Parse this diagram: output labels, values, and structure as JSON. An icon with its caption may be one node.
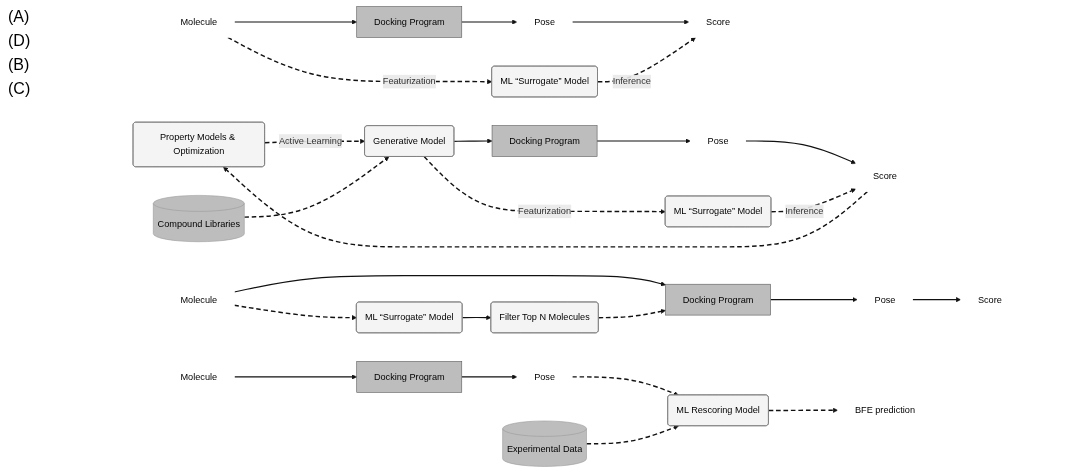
{
  "diagram": {
    "nodes": [
      {
        "text": [
          "Molecule"
        ]
      },
      {
        "text": [
          "Docking Program"
        ]
      },
      {
        "text": [
          "Pose"
        ]
      },
      {
        "text": [
          "Score"
        ]
      },
      {
        "text": [
          "ML “Surrogate” Model"
        ]
      },
      {
        "text": [
          "Property Models & Optimization"
        ]
      },
      {
        "text": [
          "Generative Model"
        ]
      },
      {
        "text": [
          "Docking Program"
        ]
      },
      {
        "text": [
          "Pose"
        ]
      },
      {
        "text": [
          "Score"
        ]
      },
      {
        "text": [
          "Compound Libraries"
        ]
      },
      {
        "text": [
          "ML “Surrogate” Model"
        ]
      },
      {
        "text": [
          "Molecule"
        ]
      },
      {
        "text": [
          "Docking Program"
        ]
      },
      {
        "text": [
          "Pose"
        ]
      },
      {
        "text": [
          "Score"
        ]
      },
      {
        "text": [
          "Filter Top N Molecules"
        ]
      },
      {
        "text": [
          "ML “Surrogate” Model"
        ]
      },
      {
        "text": [
          "Molecule"
        ]
      },
      {
        "text": [
          "Docking Program"
        ]
      },
      {
        "text": [
          "Pose"
        ]
      },
      {
        "text": [
          "Experimental Data"
        ]
      },
      {
        "text": [
          "ML Rescoring Model"
        ]
      },
      {
        "text": [
          "BFE prediction"
        ]
      }
    ],
    "edges": [
      {
        "from": 0,
        "to": 1,
        "arrow": "to"
      },
      {
        "from": 1,
        "to": 2,
        "arrow": "to"
      },
      {
        "from": 2,
        "to": 3,
        "arrow": "to"
      },
      {
        "from": 0,
        "to": 4,
        "arrow": "to",
        "style": "dashed",
        "label": "Featurization"
      },
      {
        "from": 4,
        "to": 3,
        "arrow": "to",
        "style": "dashed",
        "label": "Inference"
      },
      {
        "from": 9,
        "to": 5,
        "arrow": "to",
        "style": "dashed"
      },
      {
        "from": 5,
        "to": 6,
        "arrow": "to",
        "style": "dashed",
        "label": "Active Learning"
      },
      {
        "from": 10,
        "to": 6,
        "arrow": "to",
        "style": "dashed"
      },
      {
        "from": 6,
        "to": 7,
        "arrow": "to"
      },
      {
        "from": 7,
        "to": 8,
        "arrow": "to"
      },
      {
        "from": 8,
        "to": 9,
        "arrow": "to"
      },
      {
        "from": 6,
        "to": 11,
        "arrow": "to",
        "style": "dashed",
        "label": "Featurization"
      },
      {
        "from": 11,
        "to": 9,
        "arrow": "to",
        "style": "dashed",
        "label": "Inference"
      },
      {
        "from": 12,
        "to": 13,
        "arrow": "to"
      },
      {
        "from": 13,
        "to": 14,
        "arrow": "to"
      },
      {
        "from": 14,
        "to": 15,
        "arrow": "to"
      },
      {
        "from": 12,
        "to": 17,
        "arrow": "to",
        "style": "dashed"
      },
      {
        "from": 17,
        "to": 16,
        "arrow": "to"
      },
      {
        "from": 16,
        "to": 13,
        "arrow": "to",
        "style": "dashed"
      },
      {
        "from": 18,
        "to": 19,
        "arrow": "to"
      },
      {
        "from": 19,
        "to": 20,
        "arrow": "to"
      },
      {
        "from": 20,
        "to": 22,
        "arrow": "to",
        "style": "dashed"
      },
      {
        "from": 21,
        "to": 22,
        "arrow": "to",
        "style": "dashed"
      },
      {
        "from": 22,
        "to": 23,
        "arrow": "to",
        "style": "dashed"
      }
    ],
    "labels": [
      "(A)",
      "(D)",
      "(B)",
      "(C)"
    ]
  }
}
